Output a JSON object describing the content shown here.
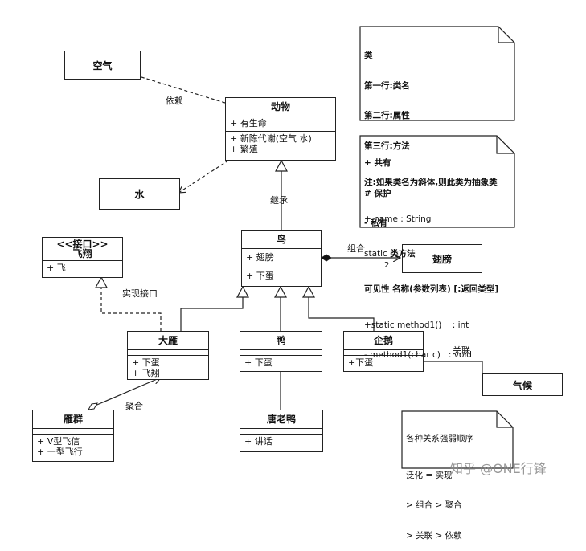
{
  "classes": {
    "air": {
      "name": "空气"
    },
    "animal": {
      "name": "动物",
      "attrs": [
        "+ 有生命"
      ],
      "methods": [
        "+ 新陈代谢(空气 水)",
        "+ 繁殖"
      ]
    },
    "water": {
      "name": "水"
    },
    "fly_interface": {
      "stereotype": "<<接口>>",
      "name": "飞翔",
      "methods": [
        "+ 飞"
      ]
    },
    "bird": {
      "name": "鸟",
      "attrs": [
        "+ 翅膀"
      ],
      "methods": [
        "+ 下蛋"
      ]
    },
    "wing": {
      "name": "翅膀"
    },
    "goose": {
      "name": "大雁",
      "methods": [
        "+ 下蛋",
        "+ 飞翔"
      ]
    },
    "duck": {
      "name": "鸭",
      "methods": [
        "+ 下蛋"
      ]
    },
    "penguin": {
      "name": "企鹅",
      "methods": [
        "+下蛋"
      ]
    },
    "climate": {
      "name": "气候"
    },
    "goose_flock": {
      "name": "雁群",
      "methods": [
        "+ V型飞信",
        "+ 一型飞行"
      ]
    },
    "donald_duck": {
      "name": "唐老鸭",
      "methods": [
        "+ 讲话"
      ]
    }
  },
  "relations": {
    "dependency": "依赖",
    "inheritance": "继承",
    "composition": "组合",
    "composition_multiplicity": "2",
    "realization": "实现接口",
    "association": "关联",
    "aggregation": "聚合"
  },
  "notes": {
    "class_note": {
      "lines_bold": [
        "类",
        "第一行:类名",
        "第二行:属性",
        "第三行:方法"
      ],
      "abstract_note": "注:如果类名为斜体,则此类为抽象类",
      "example": "+ name : String"
    },
    "visibility_note": {
      "lines_bold": [
        "+ 共有",
        "# 保护",
        "- 私有"
      ],
      "static_prefix": "static",
      "static_rest": "类方法",
      "syntax_bold": "可见性 名称(参数列表) [:返回类型]",
      "examples": [
        "+static method1()    : int",
        "- method1(char c)   : void"
      ]
    },
    "strength_note": {
      "title": "各种关系强弱顺序",
      "lines": [
        "泛化 = 实现",
        "> 组合 > 聚合",
        "> 关联 > 依赖"
      ]
    }
  },
  "watermark": "知乎 @ONE行锋"
}
